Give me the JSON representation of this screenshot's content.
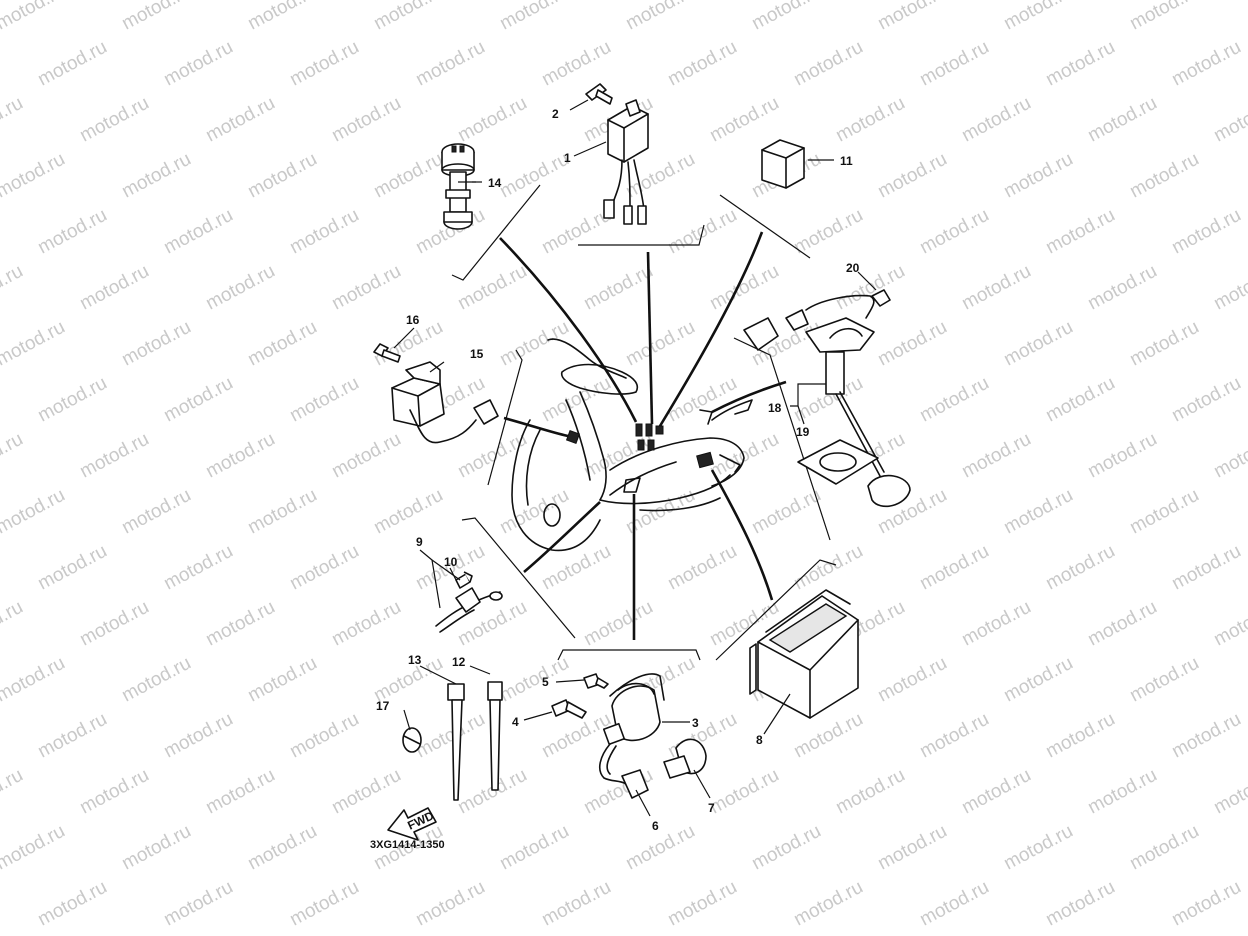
{
  "watermark": {
    "text": "motod.ru"
  },
  "diagram_code": "3XG1414-1350",
  "fwd_label": "FWD",
  "callouts": {
    "p1": "1",
    "p2": "2",
    "p3": "3",
    "p4": "4",
    "p5": "5",
    "p6": "6",
    "p7": "7",
    "p8": "8",
    "p9": "9",
    "p10": "10",
    "p11": "11",
    "p12": "12",
    "p13": "13",
    "p14": "14",
    "p15": "15",
    "p16": "16",
    "p17": "17",
    "p18": "18",
    "p19": "19",
    "p20": "20"
  }
}
